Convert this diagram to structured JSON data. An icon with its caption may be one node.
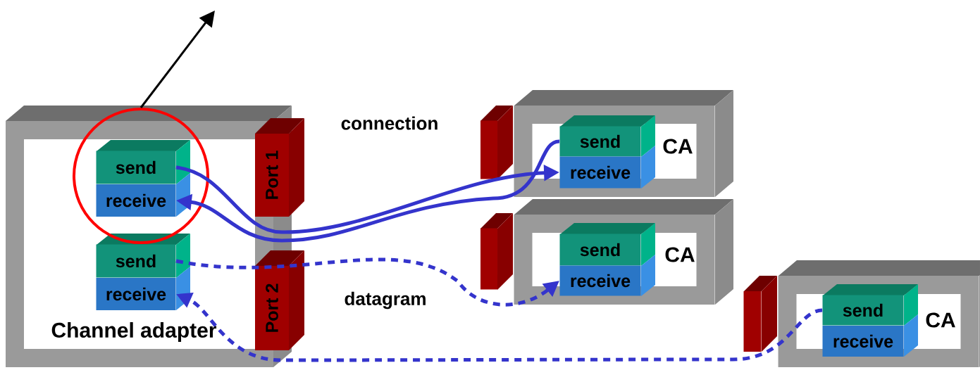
{
  "diagram": {
    "nodes": [
      {
        "text": [
          "Channel adapter"
        ]
      },
      {
        "text": [],
        "shape": "circle"
      },
      {
        "text": [
          "send"
        ],
        "in": 1
      },
      {
        "text": [
          "receive"
        ],
        "in": 1
      },
      {
        "text": [
          "send"
        ],
        "in": 0
      },
      {
        "text": [
          "receive"
        ],
        "in": 0
      },
      {
        "text": [
          "Port 1"
        ]
      },
      {
        "text": [
          "Port 2"
        ]
      },
      {
        "text": [],
        "shape": "box"
      },
      {
        "text": [
          "CA"
        ]
      },
      {
        "text": [
          "send"
        ],
        "in": 9
      },
      {
        "text": [
          "receive"
        ],
        "in": 9
      },
      {
        "text": [],
        "shape": "box"
      },
      {
        "text": [
          "CA"
        ]
      },
      {
        "text": [
          "send"
        ],
        "in": 13
      },
      {
        "text": [
          "receive"
        ],
        "in": 13
      },
      {
        "text": [],
        "shape": "box"
      },
      {
        "text": [
          "CA"
        ]
      },
      {
        "text": [
          "send"
        ],
        "in": 17
      },
      {
        "text": [
          "receive"
        ],
        "in": 17
      }
    ],
    "edges": [
      {
        "from": 2,
        "to": 11,
        "arrow": "to",
        "label": "connection"
      },
      {
        "from": 10,
        "to": 3,
        "arrow": "to"
      },
      {
        "from": 4,
        "to": 15,
        "arrow": "to",
        "style": "dashed"
      },
      {
        "from": 18,
        "to": 5,
        "arrow": "to",
        "style": "dashed",
        "label": "datagram"
      },
      {
        "from": 1,
        "to": null,
        "arrow": "to",
        "color": "#000000"
      }
    ]
  }
}
